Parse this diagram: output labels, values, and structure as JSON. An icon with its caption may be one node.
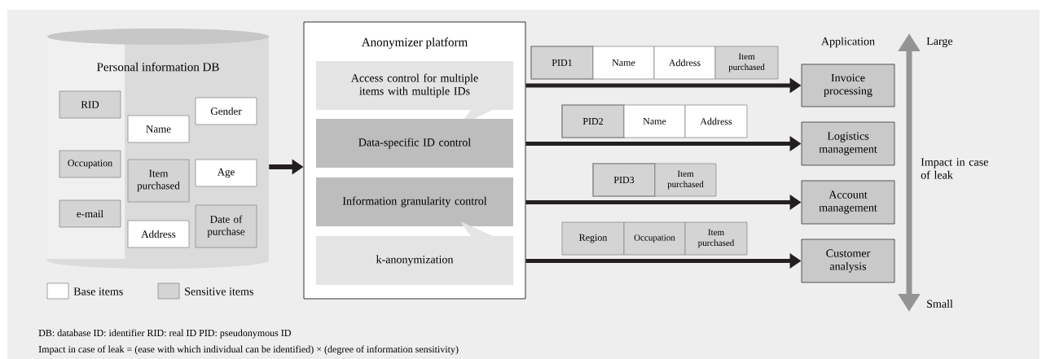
{
  "diagram": {
    "nodes": [
      {
        "text": [
          "Personal information DB"
        ]
      },
      {
        "text": [
          "RID"
        ],
        "in": 0
      },
      {
        "text": [
          "Name"
        ],
        "in": 0
      },
      {
        "text": [
          "Gender"
        ],
        "in": 0
      },
      {
        "text": [
          "Occupation"
        ],
        "in": 0
      },
      {
        "text": [
          "Item purchased"
        ],
        "in": 0
      },
      {
        "text": [
          "Age"
        ],
        "in": 0
      },
      {
        "text": [
          "e-mail"
        ],
        "in": 0
      },
      {
        "text": [
          "Address"
        ],
        "in": 0
      },
      {
        "text": [
          "Date of purchase"
        ],
        "in": 0
      },
      {
        "text": [
          "Anonymizer platform"
        ]
      },
      {
        "text": [
          "Access control for multiple items with multiple IDs"
        ],
        "in": 10
      },
      {
        "text": [
          "Data-specific ID control"
        ],
        "in": 10
      },
      {
        "text": [
          "Information granularity control"
        ],
        "in": 10
      },
      {
        "text": [
          "k-anonymization"
        ],
        "in": 10
      },
      {
        "text": [
          "PID1"
        ]
      },
      {
        "text": [
          "Name"
        ]
      },
      {
        "text": [
          "Address"
        ]
      },
      {
        "text": [
          "Item purchased"
        ]
      },
      {
        "text": [
          "PID2"
        ]
      },
      {
        "text": [
          "Name"
        ]
      },
      {
        "text": [
          "Address"
        ]
      },
      {
        "text": [
          "PID3"
        ]
      },
      {
        "text": [
          "Item purchased"
        ]
      },
      {
        "text": [
          "Region"
        ]
      },
      {
        "text": [
          "Occupation"
        ]
      },
      {
        "text": [
          "Item purchased"
        ]
      },
      {
        "text": [
          "Invoice processing"
        ]
      },
      {
        "text": [
          "Logistics management"
        ]
      },
      {
        "text": [
          "Account management"
        ]
      },
      {
        "text": [
          "Customer analysis"
        ]
      }
    ],
    "edges": [
      {
        "from": 0,
        "to": 10,
        "arrow": "to"
      },
      {
        "from": 10,
        "to": 27,
        "arrow": "to"
      },
      {
        "from": 10,
        "to": 28,
        "arrow": "to"
      },
      {
        "from": 10,
        "to": 29,
        "arrow": "to"
      },
      {
        "from": 10,
        "to": 30,
        "arrow": "to"
      }
    ],
    "labels": [
      "Application",
      "Large",
      "Impact in case of leak",
      "Small",
      "DB: database ID: identifier RID: real ID PID: pseudonymous ID",
      "Impact in case of leak = (ease with which individual can be identified) × (degree of information sensitivity)"
    ],
    "legend": [
      {
        "text": "Base items",
        "color": "#ffffff"
      },
      {
        "text": "Sensitive items",
        "color": "#d4d4d4"
      }
    ]
  }
}
